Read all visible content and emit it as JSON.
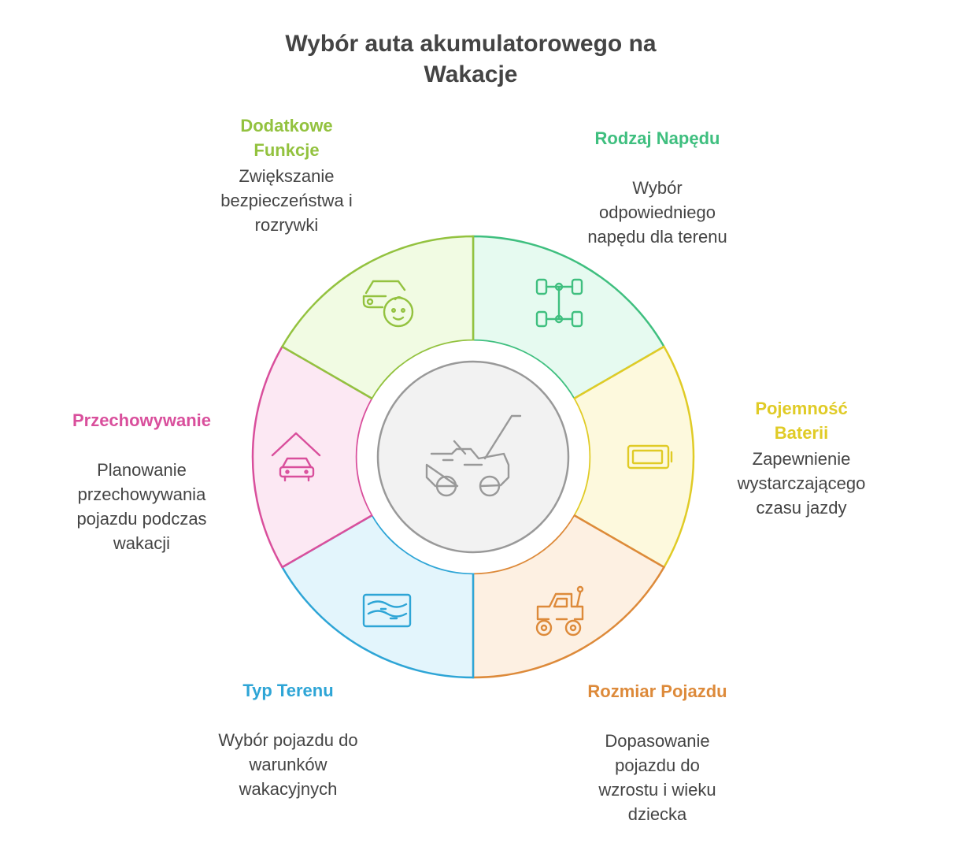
{
  "title": {
    "line1": "Wybór auta akumulatorowego na",
    "line2": "Wakacje"
  },
  "center": {
    "icon": "ride-on-car-icon"
  },
  "segments": [
    {
      "id": "rodzaj-napedu",
      "title_lines": [
        "Rodzaj Napędu"
      ],
      "desc_lines": [
        "Wybór",
        "odpowiedniego",
        "napędu dla terenu"
      ],
      "icon": "drivetrain-axle-icon",
      "color": "#3fbf7f",
      "fill": "#e6faf0"
    },
    {
      "id": "pojemnosc-baterii",
      "title_lines": [
        "Pojemność",
        "Baterii"
      ],
      "desc_lines": [
        "Zapewnienie",
        "wystarczającego",
        "czasu jazdy"
      ],
      "icon": "battery-icon",
      "color": "#e0cb26",
      "fill": "#fdf9dd"
    },
    {
      "id": "rozmiar-pojazdu",
      "title_lines": [
        "Rozmiar Pojazdu"
      ],
      "desc_lines": [
        "Dopasowanie",
        "pojazdu do",
        "wzrostu i wieku",
        "dziecka"
      ],
      "icon": "monster-truck-icon",
      "color": "#dd8a3a",
      "fill": "#fdf0e2"
    },
    {
      "id": "typ-terenu",
      "title_lines": [
        "Typ Terenu"
      ],
      "desc_lines": [
        "Wybór pojazdu do",
        "warunków",
        "wakacyjnych"
      ],
      "icon": "terrain-map-icon",
      "color": "#2ea5d6",
      "fill": "#e3f5fc"
    },
    {
      "id": "przechowywanie",
      "title_lines": [
        "Przechowywanie"
      ],
      "desc_lines": [
        "Planowanie",
        "przechowywania",
        "pojazdu podczas",
        "wakacji"
      ],
      "icon": "garage-car-icon",
      "color": "#d94f9c",
      "fill": "#fce8f3"
    },
    {
      "id": "dodatkowe-funkcje",
      "title_lines": [
        "Dodatkowe",
        "Funkcje"
      ],
      "desc_lines": [
        "Zwiększanie",
        "bezpieczeństwa i",
        "rozrywki"
      ],
      "icon": "car-child-face-icon",
      "color": "#93c23f",
      "fill": "#f1fbe3"
    }
  ]
}
